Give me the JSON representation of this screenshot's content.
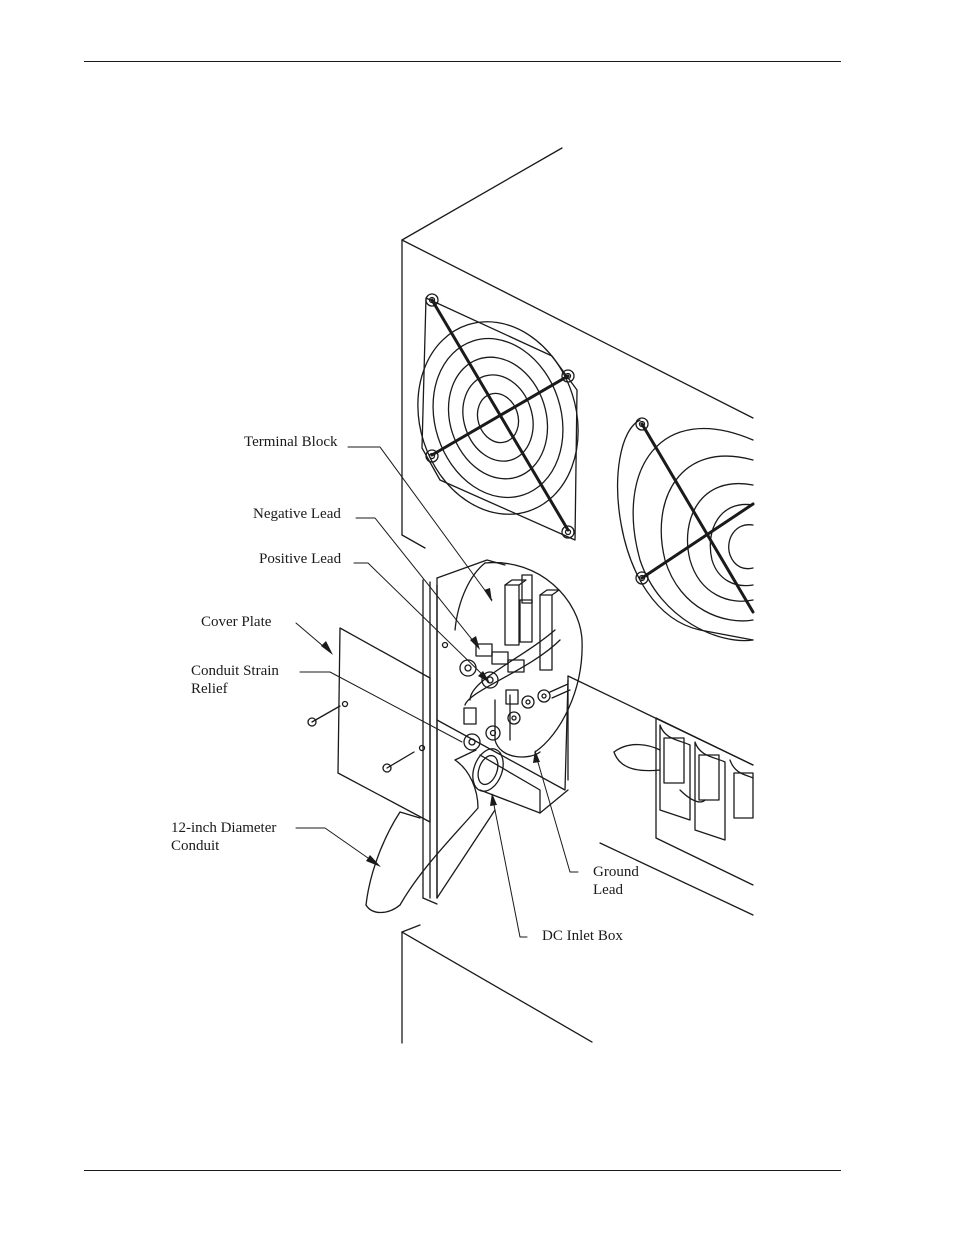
{
  "figure": {
    "labels": {
      "terminal_block": "Terminal Block",
      "negative_lead": "Negative Lead",
      "positive_lead": "Positive Lead",
      "cover_plate": "Cover Plate",
      "conduit_strain_relief": [
        "Conduit Strain",
        "Relief"
      ],
      "conduit": [
        "12-inch Diameter",
        "Conduit"
      ],
      "ground_lead": [
        "Ground",
        "Lead"
      ],
      "dc_inlet_box": "DC Inlet Box"
    },
    "colors": {
      "ink": "#1a1a1a",
      "paper": "#ffffff"
    }
  }
}
